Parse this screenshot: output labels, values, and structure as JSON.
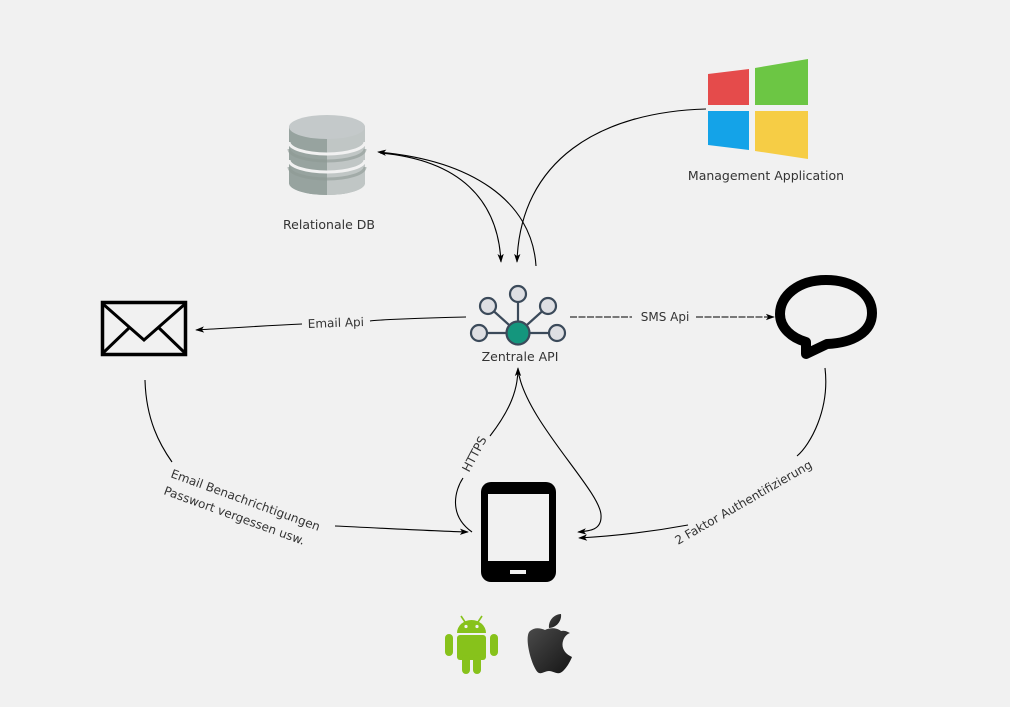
{
  "nodes": {
    "database": {
      "label": "Relationale DB",
      "icon": "database-icon"
    },
    "management": {
      "label": "Management Application",
      "icon": "windows-logo-icon"
    },
    "api": {
      "label": "Zentrale API",
      "icon": "api-hub-icon",
      "accent": "#14967d"
    },
    "email": {
      "icon": "envelope-icon"
    },
    "sms": {
      "icon": "speech-bubble-icon"
    },
    "mobile": {
      "icon": "tablet-icon"
    },
    "android": {
      "icon": "android-logo-icon",
      "color": "#87c21b"
    },
    "apple": {
      "icon": "apple-logo-icon",
      "color": "#2b2b2b"
    }
  },
  "edges": {
    "email_api": "Email Api",
    "sms_api": "SMS Api",
    "https": "HTTPS",
    "email_notify_line1": "Email Benachrichtigungen",
    "email_notify_line2": "Passwort vergessen usw.",
    "two_factor": "2 Faktor Authentifizierung"
  },
  "colors": {
    "background": "#f1f1f1",
    "windows_red": "#e54b4b",
    "windows_green": "#6cc644",
    "windows_blue": "#14a3e8",
    "windows_yellow": "#f6cd45"
  }
}
